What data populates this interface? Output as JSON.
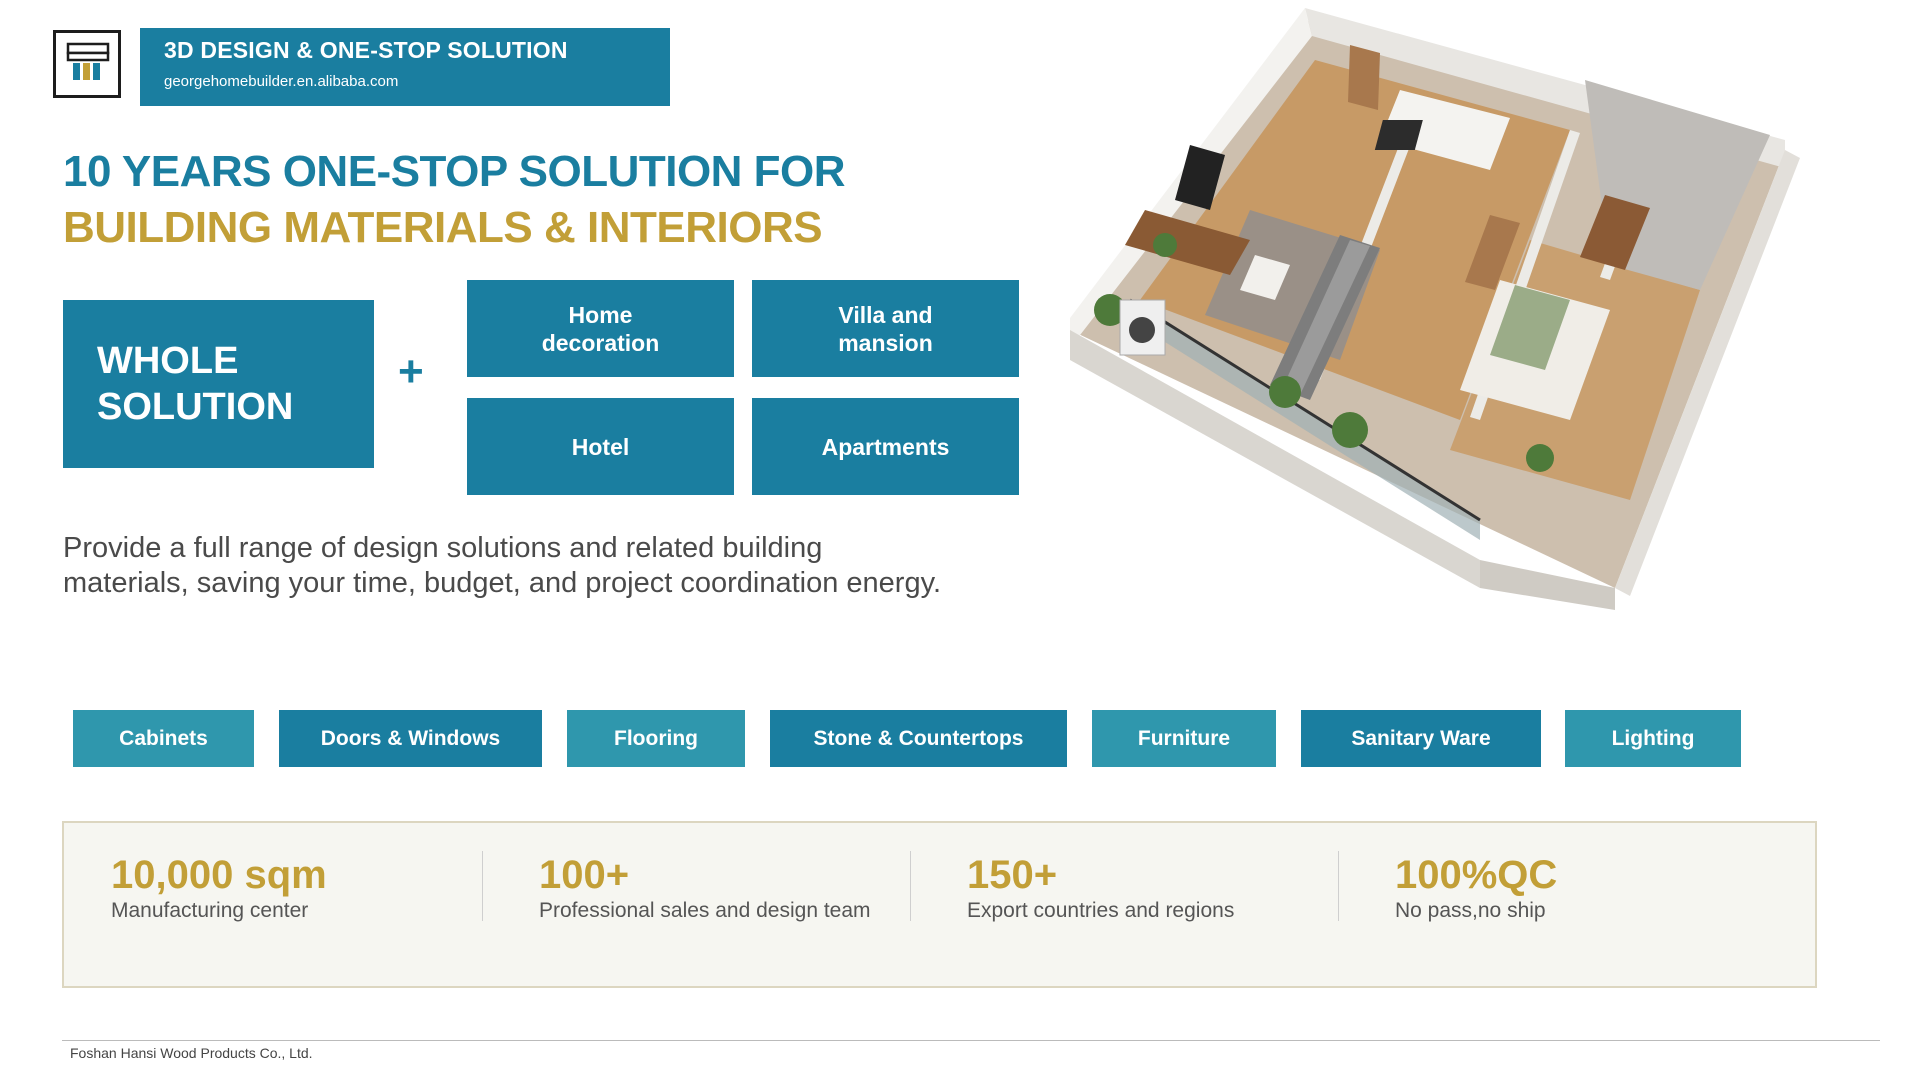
{
  "header": {
    "banner_title": "3D DESIGN & ONE-STOP SOLUTION",
    "banner_url": "georgehomebuilder.en.alibaba.com",
    "logo_icon": "building-logo-icon"
  },
  "headline": {
    "line1": "10 YEARS ONE-STOP SOLUTION FOR",
    "line2": "BUILDING MATERIALS & INTERIORS"
  },
  "solution": {
    "whole_line1": "WHOLE",
    "whole_line2": "SOLUTION",
    "plus": "+",
    "categories": [
      {
        "line1": "Home",
        "line2": "decoration"
      },
      {
        "line1": "Villa and",
        "line2": "mansion"
      },
      {
        "line1": "Hotel",
        "line2": ""
      },
      {
        "line1": "Apartments",
        "line2": ""
      }
    ]
  },
  "description": {
    "line1": "Provide a full range of design solutions and related building",
    "line2": "materials, saving your time, budget, and project coordination energy."
  },
  "products": [
    "Cabinets",
    "Doors & Windows",
    "Flooring",
    "Stone & Countertops",
    "Furniture",
    "Sanitary Ware",
    "Lighting"
  ],
  "stats": [
    {
      "value": "10,000 sqm",
      "label": "Manufacturing center"
    },
    {
      "value": "100+",
      "label": "Professional sales and design team"
    },
    {
      "value": "150+",
      "label": "Export countries and regions"
    },
    {
      "value": "100%QC",
      "label": "No pass,no ship"
    }
  ],
  "footer": {
    "company": "Foshan Hansi Wood Products Co., Ltd."
  },
  "colors": {
    "primary": "#1a7ea0",
    "light_teal": "#2f97ad",
    "gold": "#c29f37"
  }
}
